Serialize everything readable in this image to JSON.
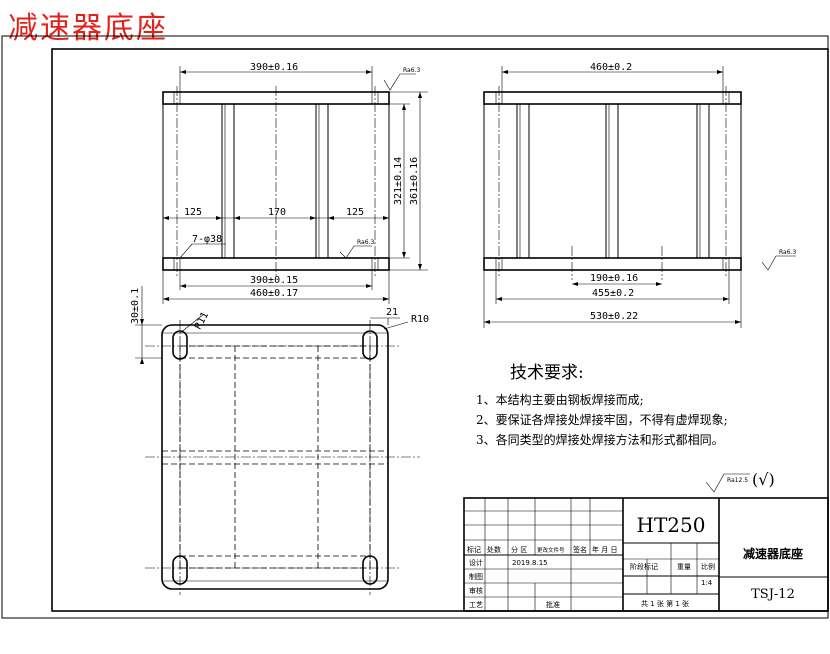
{
  "title": "减速器底座",
  "front_view": {
    "top_width": "390±0.16",
    "left_span": "125",
    "mid_span": "170",
    "right_span": "125",
    "height_inner": "321±0.14",
    "height_outer": "361±0.16",
    "holes": "7-φ38",
    "bottom_span": "390±0.15",
    "bottom_overall": "460±0.17",
    "roughness_top": "Ra6.3",
    "roughness_bottom": "Ra6.3"
  },
  "side_view": {
    "top_width": "460±0.2",
    "inner_span": "190±0.16",
    "mid_span": "455±0.2",
    "overall": "530±0.22",
    "roughness": "Ra6.3"
  },
  "plan_view": {
    "height": "30±0.1",
    "slot": "R11",
    "offset": "21",
    "corner": "R10"
  },
  "tech_req": {
    "heading": "技术要求:",
    "items": [
      "1、本结构主要由钢板焊接而成;",
      "2、要保证各焊接处焊接牢固，不得有虚焊现象;",
      "3、各同类型的焊接处焊接方法和形式都相同。"
    ]
  },
  "general_roughness": {
    "value": "Ra12.5",
    "mark": "(√)"
  },
  "title_block": {
    "material": "HT250",
    "part_name": "减速器底座",
    "drawing_no": "TSJ-12",
    "scale": "1:4",
    "sheet_info": "共 1 张  第 1 张",
    "header_cells": [
      "标记",
      "处数",
      "分 区",
      "更改文件号",
      "签名",
      "年 月 日"
    ],
    "row_labels": [
      "设计",
      "制图",
      "审核",
      "工艺"
    ],
    "design_date": "2019.8.15",
    "approve_label": "批准",
    "stage_label": "阶段标记",
    "weight_label": "重量",
    "scale_label": "比例"
  }
}
